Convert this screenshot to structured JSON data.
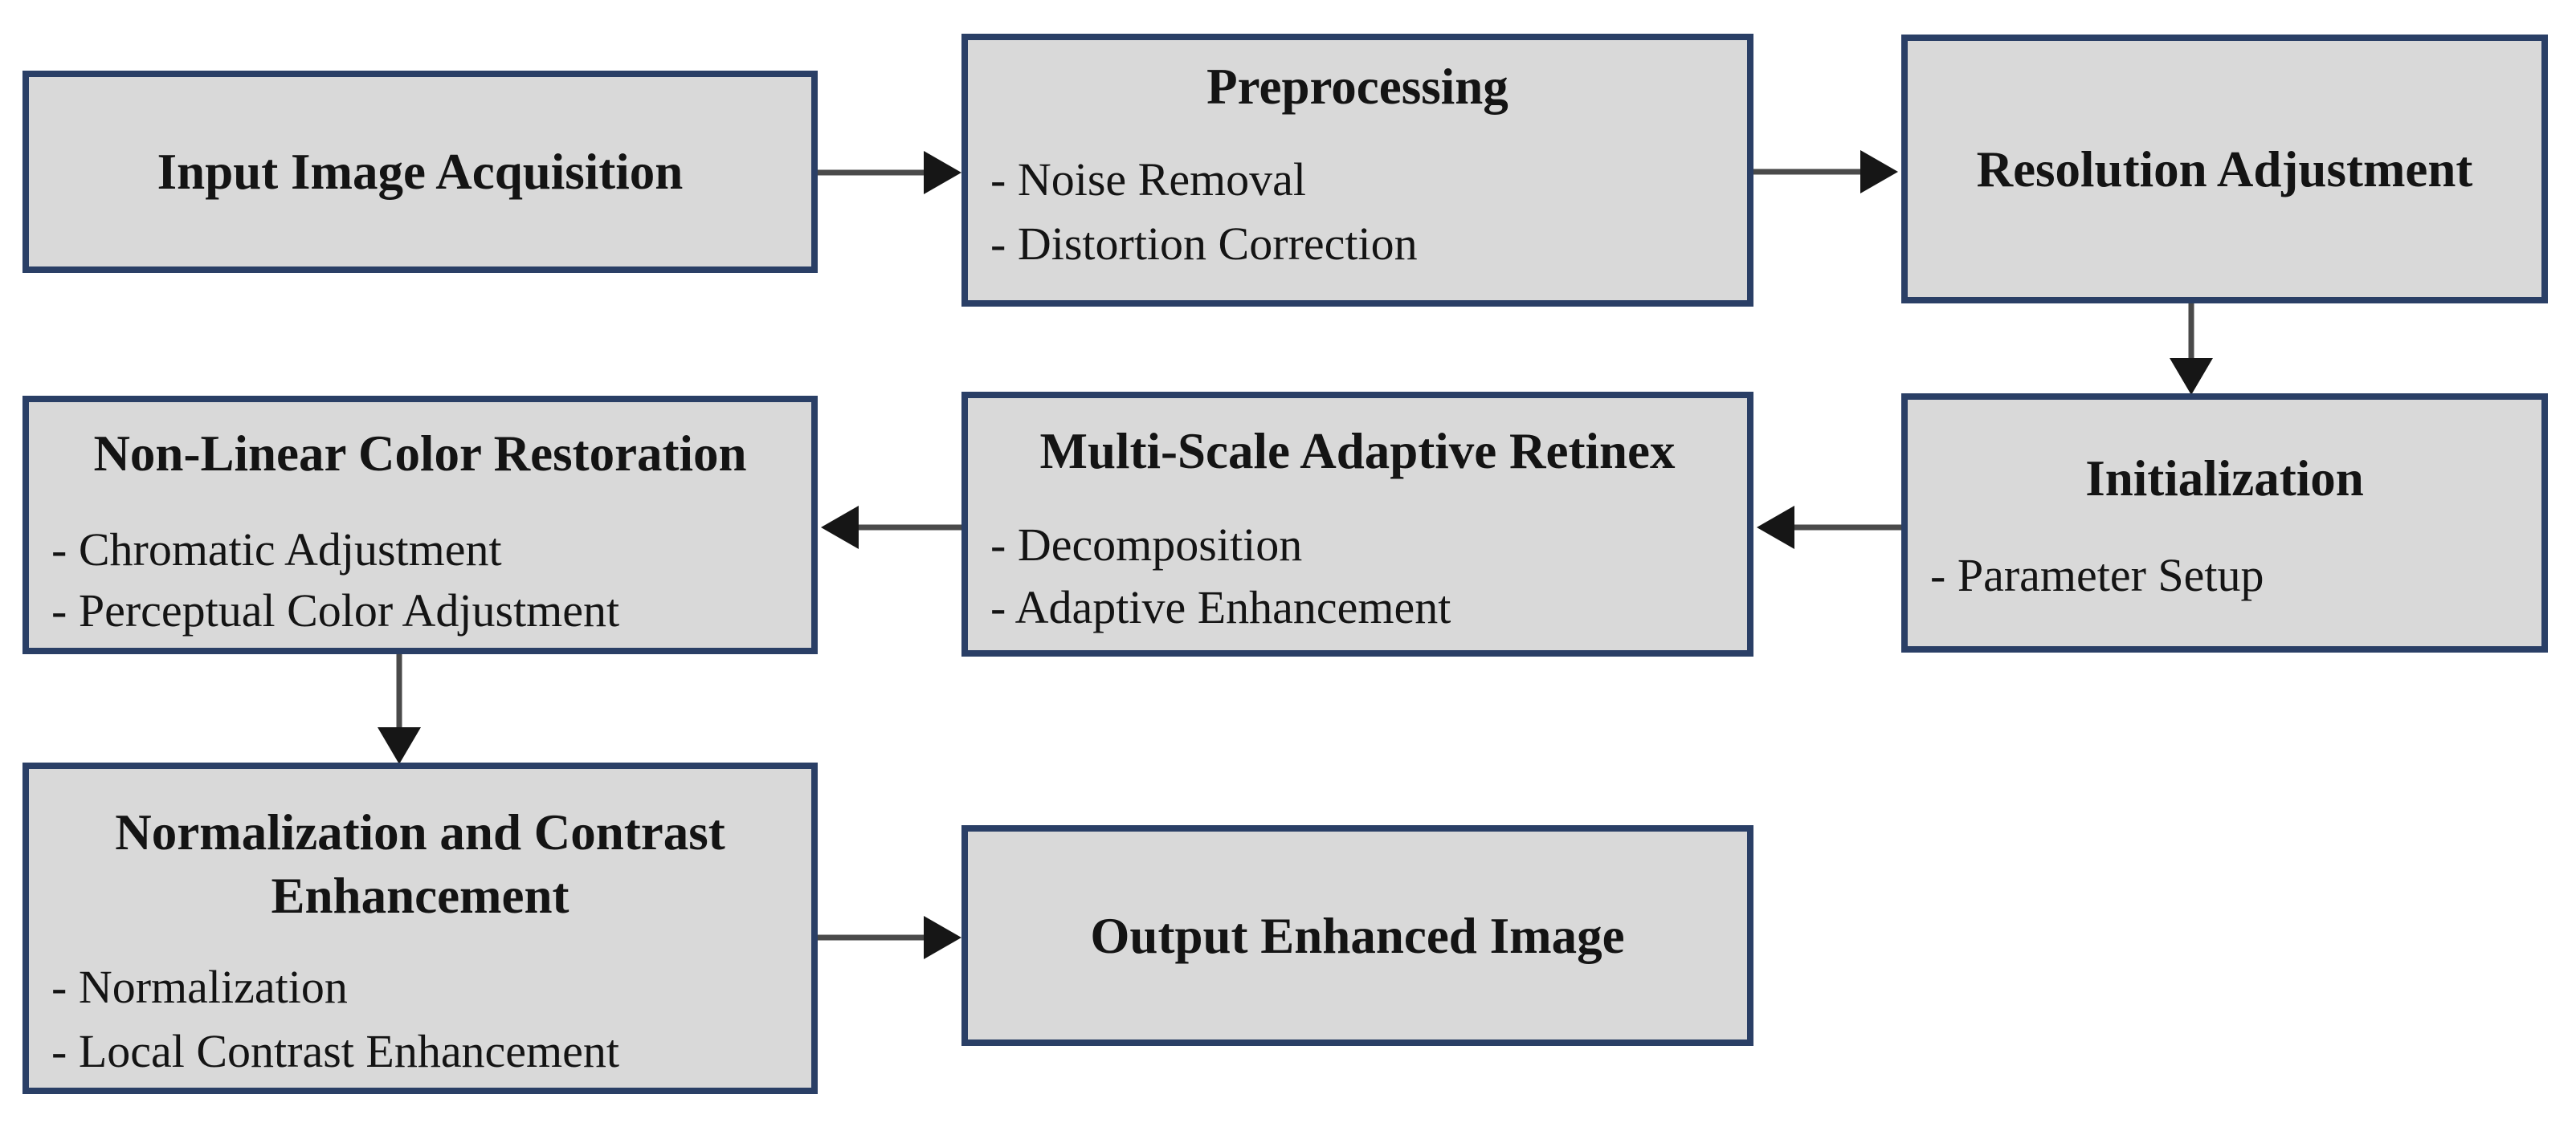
{
  "diagram": {
    "title": "Image enhancement pipeline flowchart",
    "colors": {
      "background": "#ffffff",
      "box_fill": "#d9d9d9",
      "box_border": "#2a3f66",
      "arrow_shaft": "#4a4a4a",
      "arrow_head": "#161616",
      "text": "#141414"
    },
    "nodes": [
      {
        "id": "input",
        "title": "Input Image Acquisition",
        "bullets": []
      },
      {
        "id": "preprocessing",
        "title": "Preprocessing",
        "bullets": [
          "- Noise Removal",
          "- Distortion Correction"
        ]
      },
      {
        "id": "resolution",
        "title": "Resolution Adjustment",
        "bullets": []
      },
      {
        "id": "initialization",
        "title": "Initialization",
        "bullets": [
          "- Parameter Setup"
        ]
      },
      {
        "id": "retinex",
        "title": "Multi-Scale Adaptive Retinex",
        "bullets": [
          "- Decomposition",
          "- Adaptive Enhancement"
        ]
      },
      {
        "id": "nonlinear",
        "title": "Non-Linear Color Restoration",
        "bullets": [
          "- Chromatic Adjustment",
          "- Perceptual Color Adjustment"
        ]
      },
      {
        "id": "normalization",
        "title": "Normalization and Contrast Enhancement",
        "bullets": [
          "- Normalization",
          "- Local Contrast Enhancement"
        ]
      },
      {
        "id": "output",
        "title": "Output Enhanced Image",
        "bullets": []
      }
    ],
    "edges": [
      {
        "from": "input",
        "to": "preprocessing",
        "direction": "right"
      },
      {
        "from": "preprocessing",
        "to": "resolution",
        "direction": "right"
      },
      {
        "from": "resolution",
        "to": "initialization",
        "direction": "down"
      },
      {
        "from": "initialization",
        "to": "retinex",
        "direction": "left"
      },
      {
        "from": "retinex",
        "to": "nonlinear",
        "direction": "left"
      },
      {
        "from": "nonlinear",
        "to": "normalization",
        "direction": "down"
      },
      {
        "from": "normalization",
        "to": "output",
        "direction": "right"
      }
    ]
  }
}
